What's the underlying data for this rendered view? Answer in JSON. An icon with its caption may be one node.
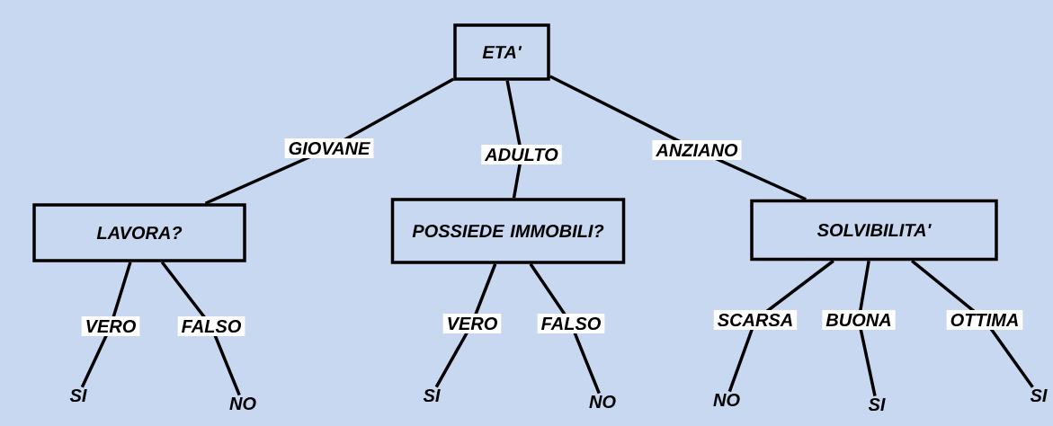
{
  "diagram": {
    "nodes": [
      {
        "text": [
          "ETA'"
        ]
      },
      {
        "text": [
          "LAVORA?"
        ]
      },
      {
        "text": [
          "POSSIEDE IMMOBILI?"
        ]
      },
      {
        "text": [
          "SOLVIBILITA'"
        ]
      },
      {
        "text": [
          "SI"
        ]
      },
      {
        "text": [
          "NO"
        ]
      },
      {
        "text": [
          "SI"
        ]
      },
      {
        "text": [
          "NO"
        ]
      },
      {
        "text": [
          "NO"
        ]
      },
      {
        "text": [
          "SI"
        ]
      },
      {
        "text": [
          "SI"
        ]
      }
    ],
    "edges": [
      {
        "from": 0,
        "to": 1,
        "arrow": "none",
        "label": "GIOVANE"
      },
      {
        "from": 0,
        "to": 2,
        "arrow": "none",
        "label": "ADULTO"
      },
      {
        "from": 0,
        "to": 3,
        "arrow": "none",
        "label": "ANZIANO"
      },
      {
        "from": 1,
        "to": 4,
        "arrow": "none",
        "label": "VERO"
      },
      {
        "from": 1,
        "to": 5,
        "arrow": "none",
        "label": "FALSO"
      },
      {
        "from": 2,
        "to": 6,
        "arrow": "none",
        "label": "VERO"
      },
      {
        "from": 2,
        "to": 7,
        "arrow": "none",
        "label": "FALSO"
      },
      {
        "from": 3,
        "to": 8,
        "arrow": "none",
        "label": "SCARSA"
      },
      {
        "from": 3,
        "to": 9,
        "arrow": "none",
        "label": "BUONA"
      },
      {
        "from": 3,
        "to": 10,
        "arrow": "none",
        "label": "OTTIMA"
      }
    ]
  }
}
